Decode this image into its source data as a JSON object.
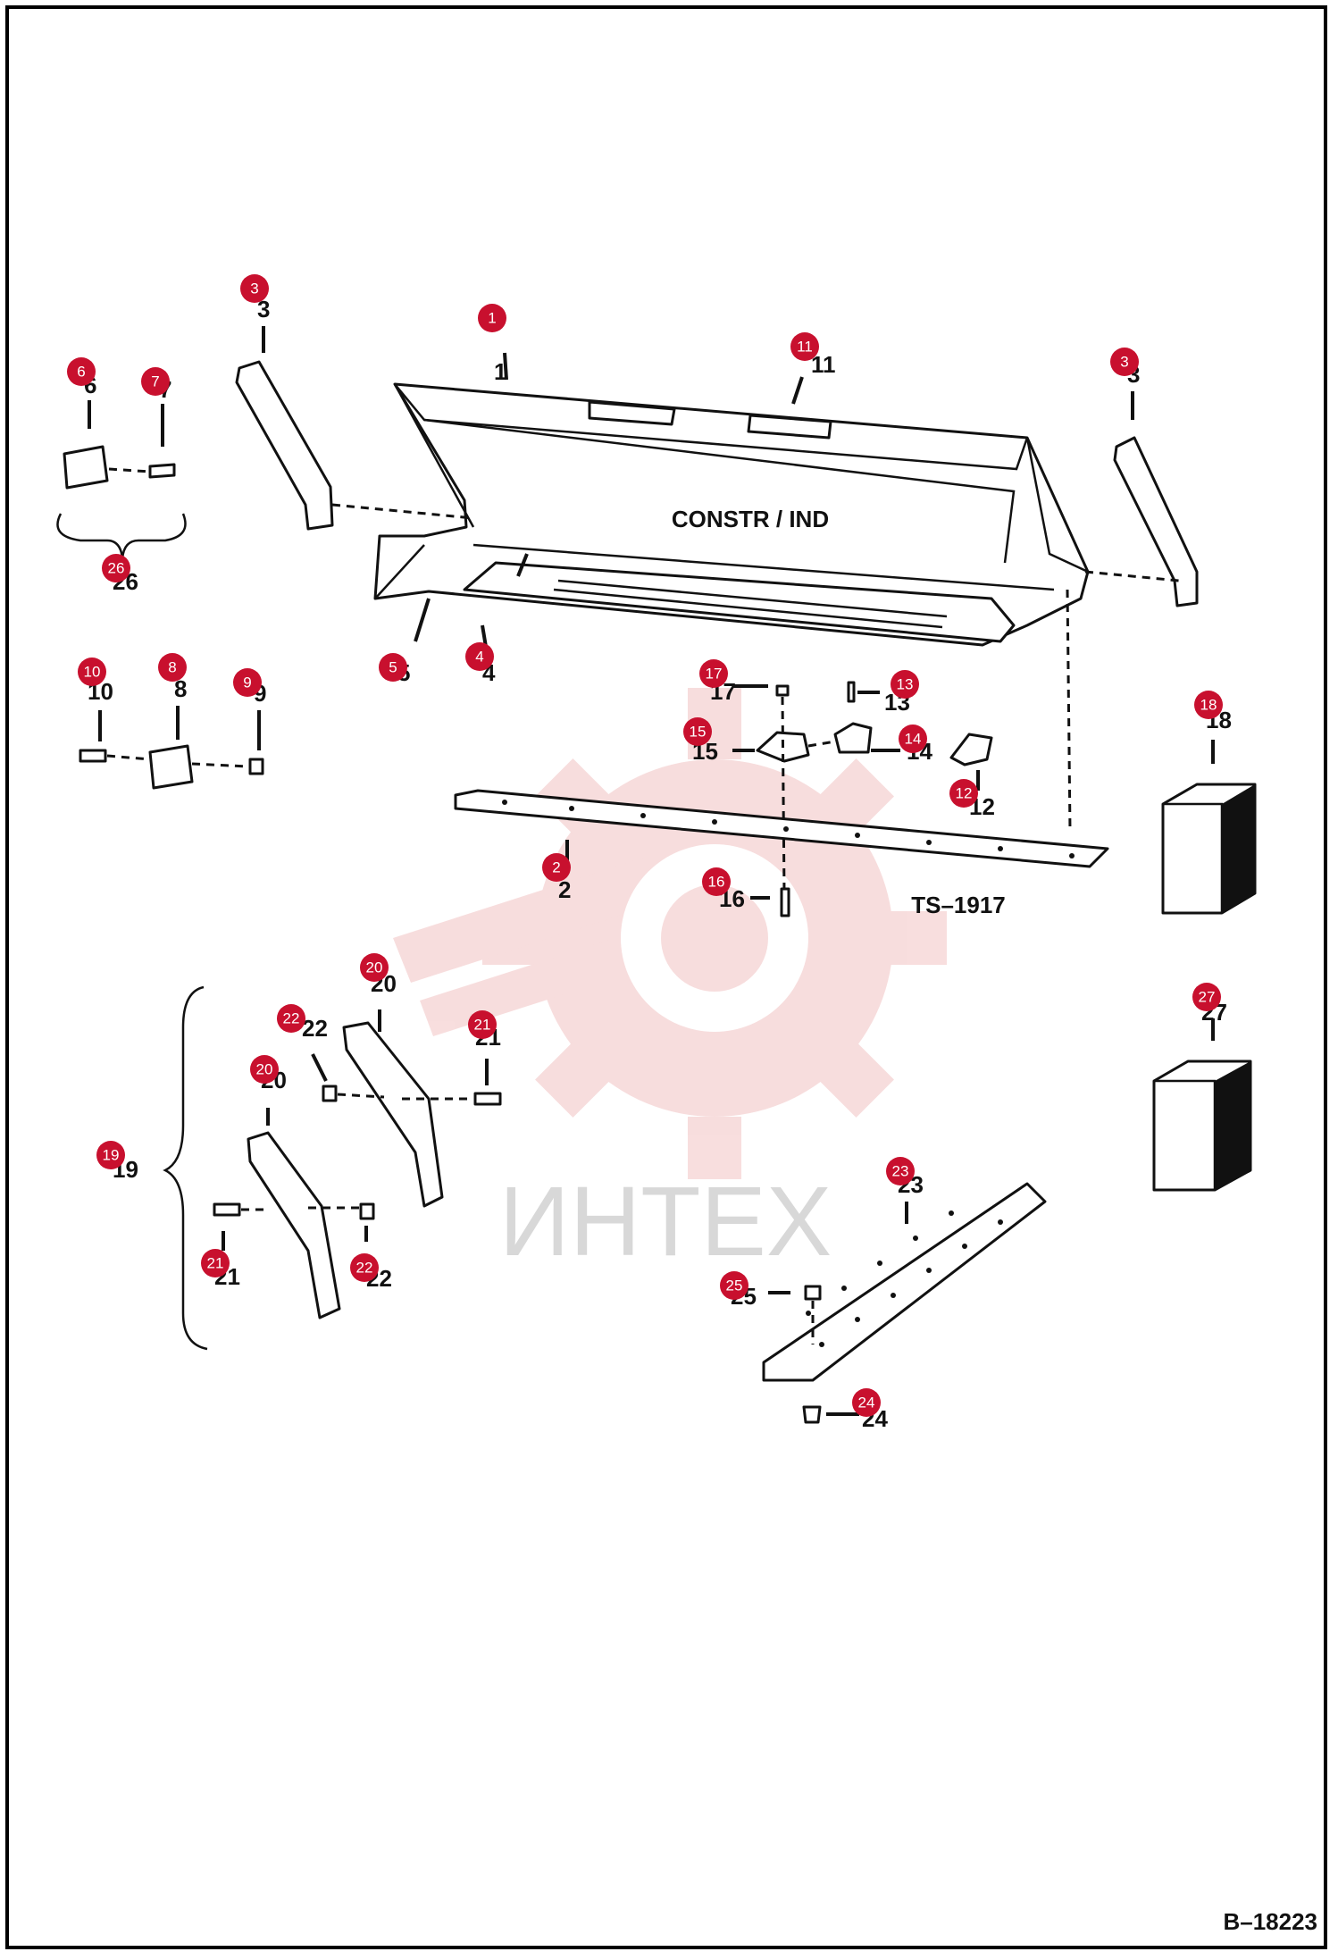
{
  "drawing": {
    "bucket_label": "CONSTR / IND",
    "part_number_label": "TS–1917",
    "figure_id": "B–18223",
    "watermark_text": "ИНТЕХ"
  },
  "callouts": [
    "1",
    "2",
    "3",
    "3",
    "4",
    "5",
    "6",
    "7",
    "8",
    "9",
    "10",
    "11",
    "12",
    "13",
    "14",
    "15",
    "16",
    "17",
    "18",
    "19",
    "20",
    "20",
    "21",
    "21",
    "22",
    "22",
    "23",
    "24",
    "25",
    "26",
    "27"
  ],
  "colors": {
    "callout": "#c8102e",
    "watermark": "#f2c2c2",
    "line": "#111111"
  }
}
